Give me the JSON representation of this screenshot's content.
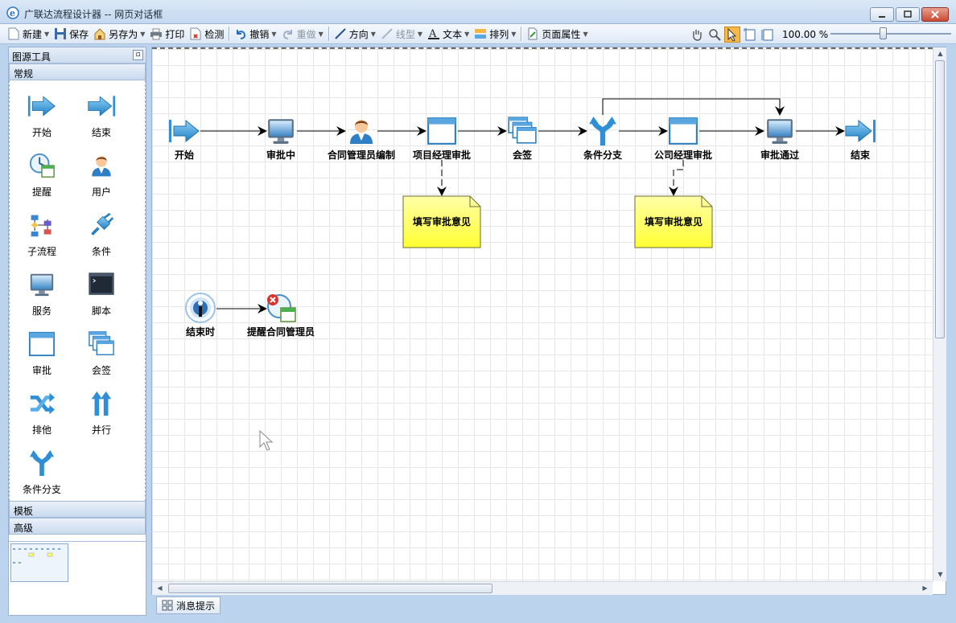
{
  "window": {
    "title": "广联达流程设计器 -- 网页对话框",
    "icon": "ie-icon"
  },
  "toolbar": {
    "new_label": "新建",
    "save_label": "保存",
    "save_as_label": "另存为",
    "print_label": "打印",
    "check_label": "检测",
    "undo_label": "撤销",
    "redo_label": "重做",
    "direction_label": "方向",
    "line_label": "线型",
    "text_label": "文本",
    "arrange_label": "排列",
    "page_props_label": "页面属性",
    "zoom_value": "100.00 %",
    "zoom_slider_fraction": 0.43
  },
  "left_panel": {
    "header": "图源工具",
    "collapse_symbol": "▫",
    "categories": {
      "general": "常规",
      "template": "模板",
      "advanced": "高级"
    },
    "items": [
      {
        "label": "开始",
        "icon": "start-icon"
      },
      {
        "label": "结束",
        "icon": "end-icon"
      },
      {
        "label": "提醒",
        "icon": "reminder-icon"
      },
      {
        "label": "用户",
        "icon": "user-icon"
      },
      {
        "label": "子流程",
        "icon": "subprocess-icon"
      },
      {
        "label": "条件",
        "icon": "condition-icon"
      },
      {
        "label": "服务",
        "icon": "service-icon"
      },
      {
        "label": "脚本",
        "icon": "script-icon"
      },
      {
        "label": "审批",
        "icon": "approval-icon"
      },
      {
        "label": "会签",
        "icon": "countersign-icon"
      },
      {
        "label": "排他",
        "icon": "exclusive-icon"
      },
      {
        "label": "并行",
        "icon": "parallel-icon"
      },
      {
        "label": "条件分支",
        "icon": "condition-branch-icon"
      }
    ]
  },
  "canvas": {
    "nodes": [
      {
        "label": "开始",
        "icon": "start-icon"
      },
      {
        "label": "审批中",
        "icon": "service-icon"
      },
      {
        "label": "合同管理员编制",
        "icon": "user-icon"
      },
      {
        "label": "项目经理审批",
        "icon": "approval-icon"
      },
      {
        "label": "会签",
        "icon": "countersign-icon"
      },
      {
        "label": "条件分支",
        "icon": "condition-branch-icon"
      },
      {
        "label": "公司经理审批",
        "icon": "approval-icon"
      },
      {
        "label": "审批通过",
        "icon": "service-icon"
      },
      {
        "label": "结束",
        "icon": "end-icon"
      },
      {
        "label": "结束时",
        "icon": "end-event-icon"
      },
      {
        "label": "提醒合同管理员",
        "icon": "reminder-icon"
      }
    ],
    "notes": [
      {
        "text": "填写审批意见"
      },
      {
        "text": "填写审批意见"
      }
    ]
  },
  "bottom": {
    "message_tab": "消息提示"
  },
  "colors": {
    "accent": "#3b9ad9",
    "note_fill": "#ffff66",
    "canvas_grid": "#e6e6e6",
    "active_tool": "#f8b94b"
  }
}
